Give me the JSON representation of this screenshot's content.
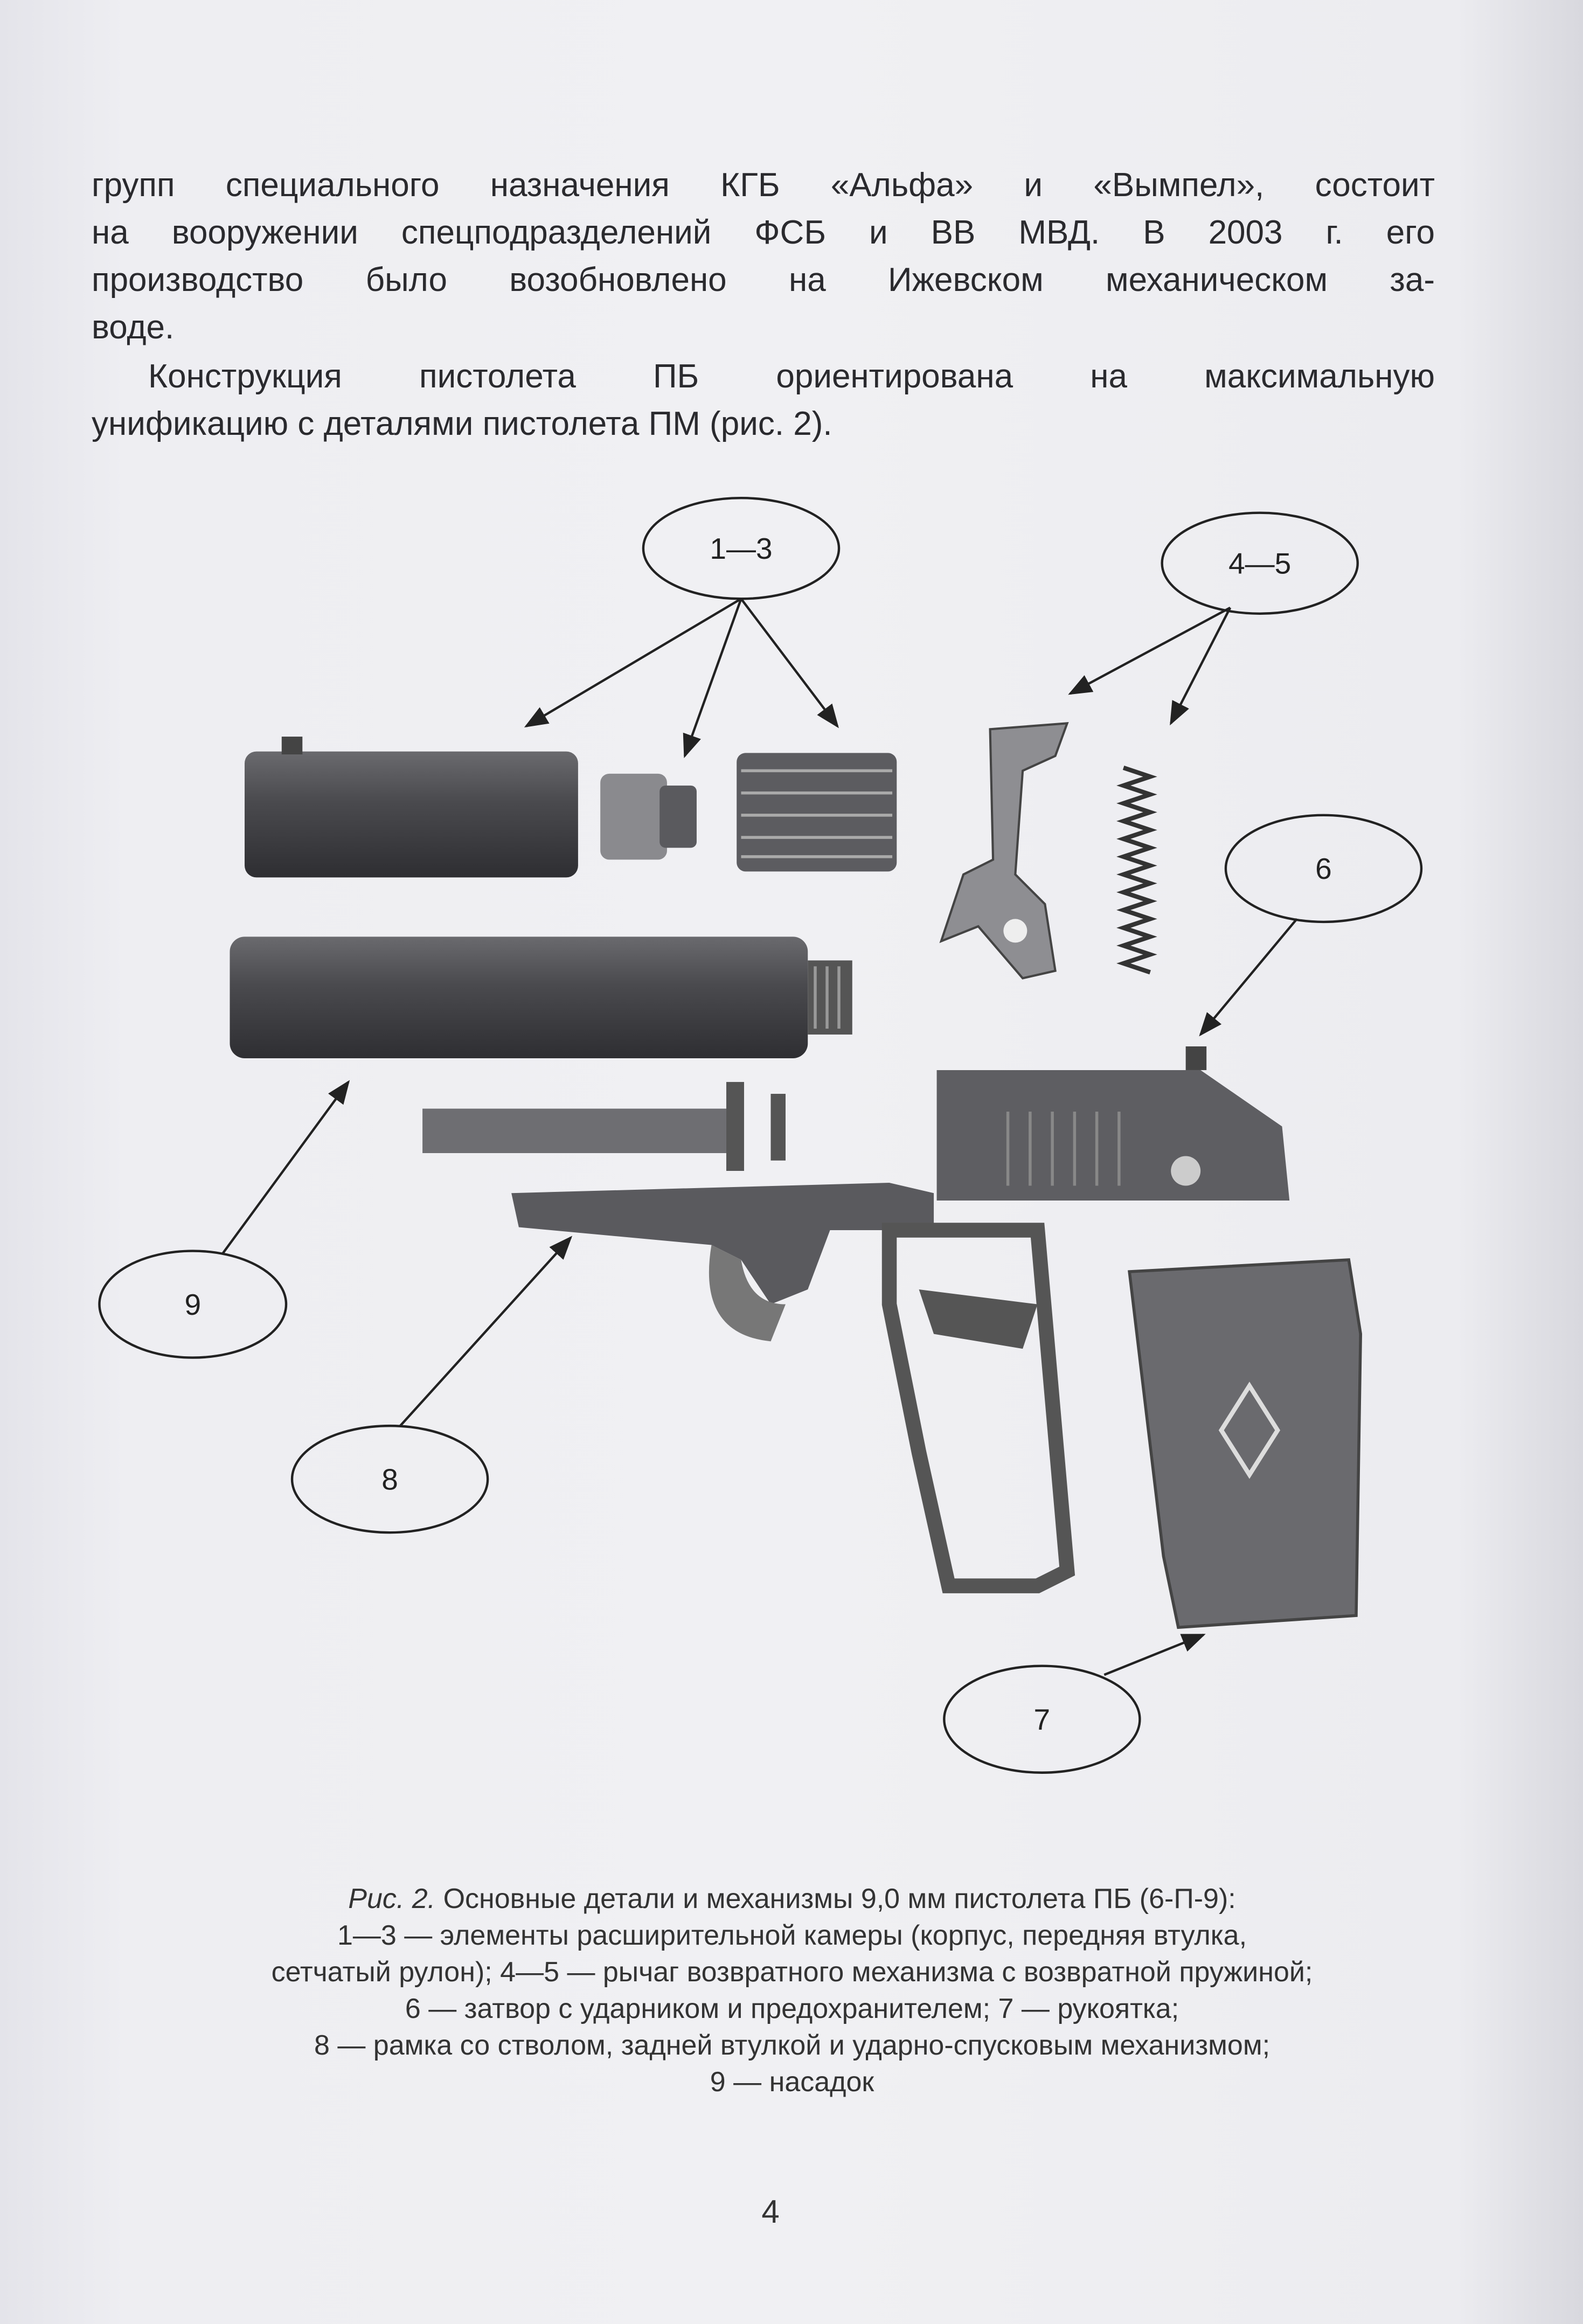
{
  "body": {
    "paragraph1": [
      "групп специального назначения КГБ «Альфа» и «Вымпел», состоит",
      "на вооружении спецподразделений ФСБ и ВВ МВД. В 2003 г. его",
      "производство было возобновлено на Ижевском механическом за-",
      "воде."
    ],
    "paragraph2": [
      "Конструкция пистолета ПБ ориентирована на максимальную",
      "унификацию с деталями пистолета ПМ (рис. 2)."
    ]
  },
  "figure": {
    "callouts": {
      "c1_3": "1—3",
      "c4_5": "4—5",
      "c6": "6",
      "c7": "7",
      "c8": "8",
      "c9": "9"
    },
    "caption": {
      "ref": "Рис. 2.",
      "title": " Основные детали и механизмы 9,0 мм пистолета ПБ (6-П-9):",
      "lines": [
        "1—3 — элементы расширительной камеры (корпус, передняя втулка,",
        "сетчатый рулон); 4—5 — рычаг возвратного механизма с возвратной пружиной;",
        "6 — затвор с ударником и предохранителем; 7 — рукоятка;",
        "8 — рамка со стволом, задней втулкой и ударно-спусковым механизмом;",
        "9 — насадок"
      ]
    }
  },
  "page_number": "4"
}
